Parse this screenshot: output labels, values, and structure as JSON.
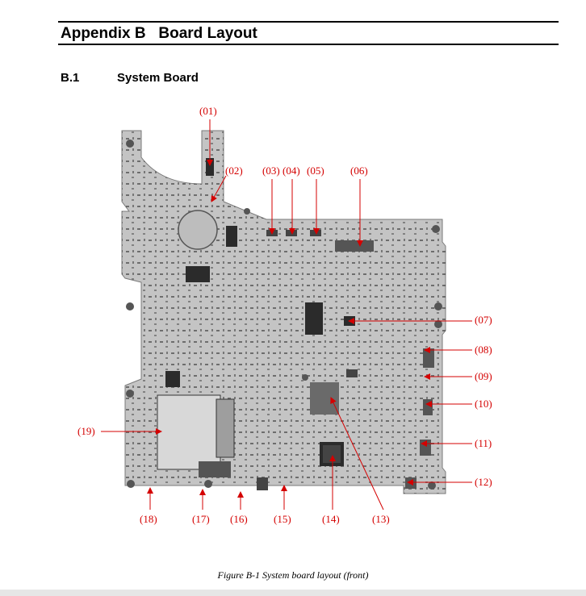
{
  "header": {
    "title": "Appendix B   Board Layout"
  },
  "section": {
    "number": "B.1",
    "title": "System Board"
  },
  "figure": {
    "caption": "Figure B-1 System board layout (front)",
    "callout_color": "#d40000",
    "callouts": [
      "(01)",
      "(02)",
      "(03)",
      "(04)",
      "(05)",
      "(06)",
      "(07)",
      "(08)",
      "(09)",
      "(10)",
      "(11)",
      "(12)",
      "(13)",
      "(14)",
      "(15)",
      "(16)",
      "(17)",
      "(18)",
      "(19)"
    ]
  }
}
